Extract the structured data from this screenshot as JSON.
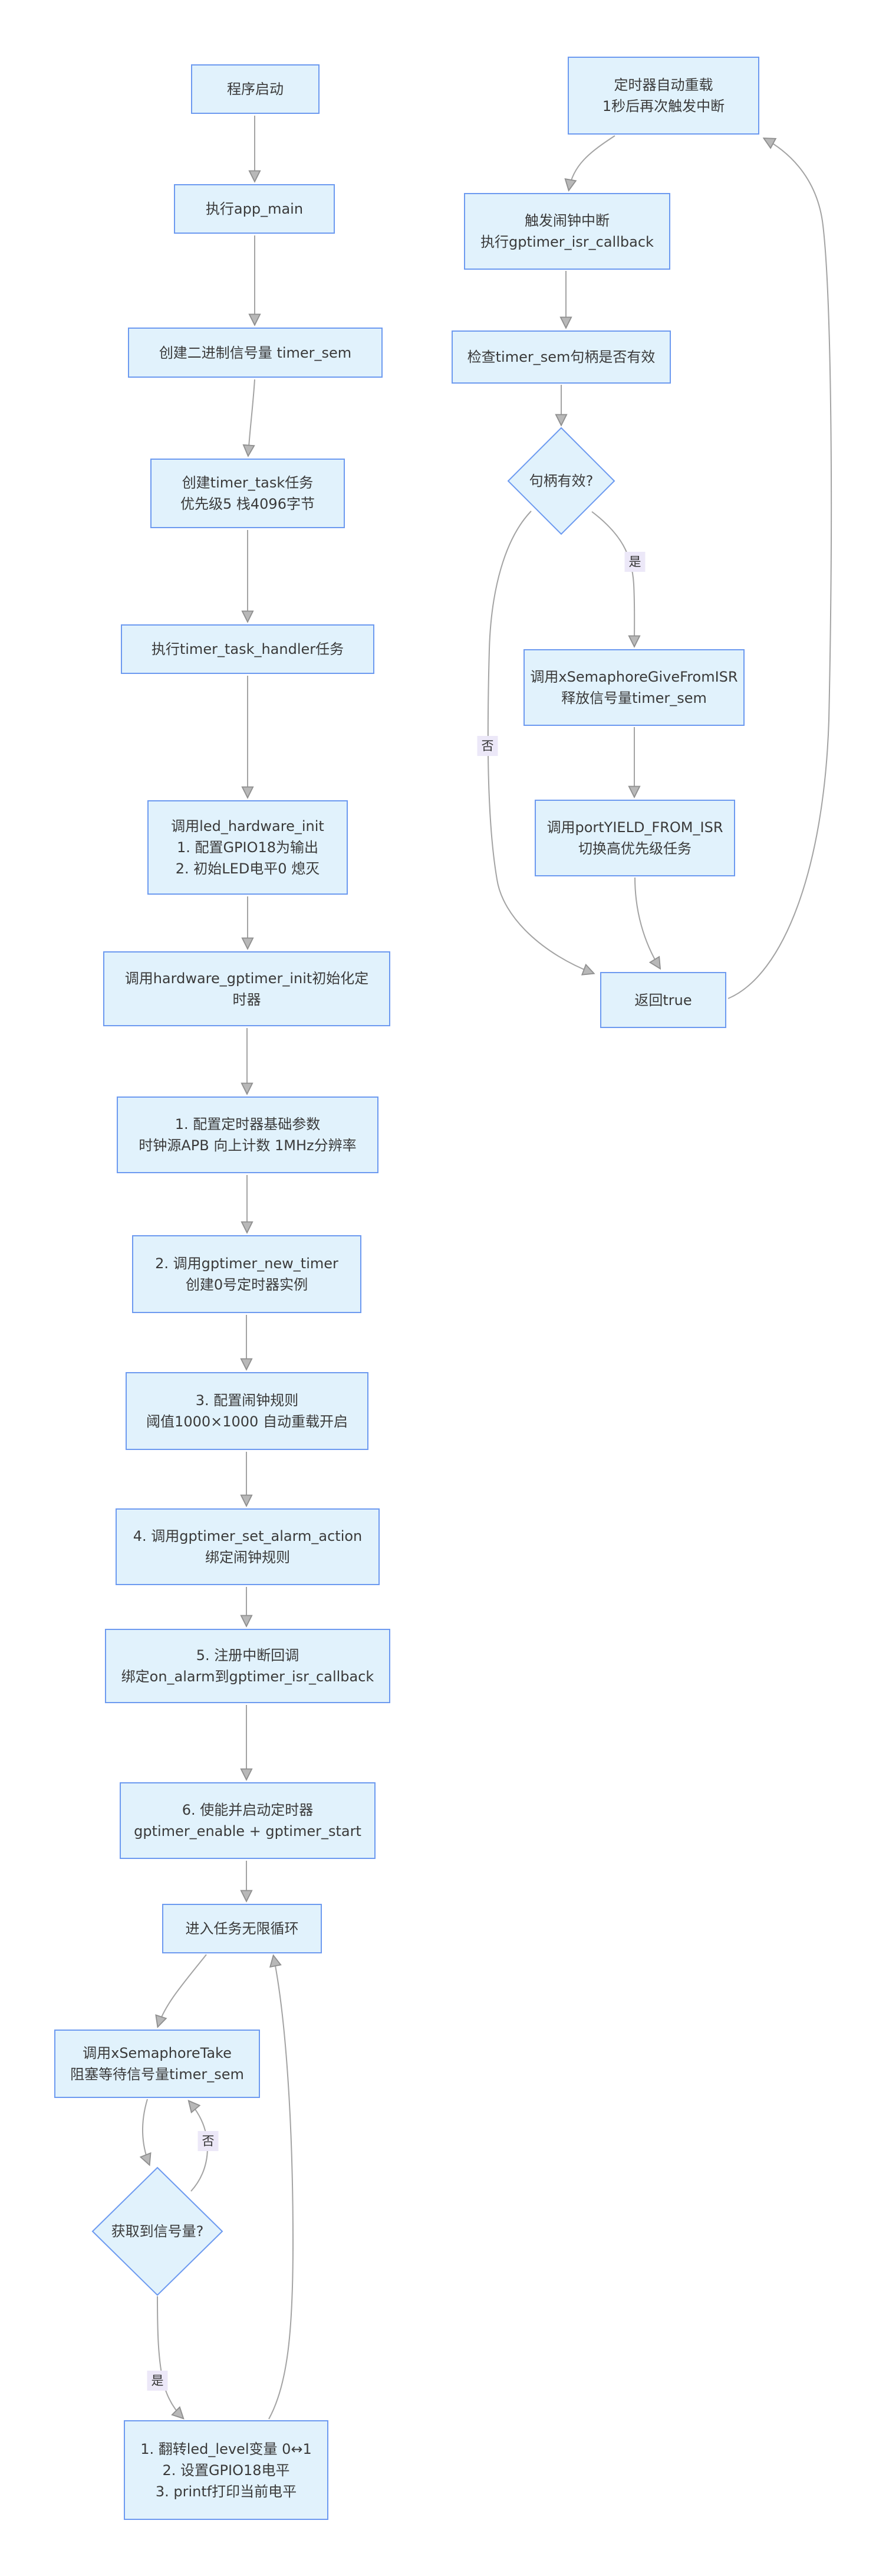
{
  "diagram": {
    "colors": {
      "background": "#ffffff",
      "node_fill": "#e1f2fc",
      "node_border": "#6d9af0",
      "edge_line": "#a3a3a3",
      "edge_label_bg": "#ece8f8",
      "text": "#3a3a3a"
    },
    "nodes": {
      "start": {
        "lines": [
          "程序启动"
        ]
      },
      "appmain": {
        "lines": [
          "执行app_main"
        ]
      },
      "createsem": {
        "lines": [
          "创建二进制信号量 timer_sem"
        ]
      },
      "createtask": {
        "lines": [
          "创建timer_task任务",
          "优先级5 栈4096字节"
        ]
      },
      "taskhandler": {
        "lines": [
          "执行timer_task_handler任务"
        ]
      },
      "ledinit": {
        "lines": [
          "调用led_hardware_init",
          "1. 配置GPIO18为输出",
          "2. 初始LED电平0 熄灭"
        ]
      },
      "gptimerinit": {
        "lines": [
          "调用hardware_gptimer_init初始化定",
          "时器"
        ]
      },
      "cfgbase": {
        "lines": [
          "1. 配置定时器基础参数",
          "时钟源APB 向上计数 1MHz分辨率"
        ]
      },
      "newtimer": {
        "lines": [
          "2. 调用gptimer_new_timer",
          "创建0号定时器实例"
        ]
      },
      "alarmrule": {
        "lines": [
          "3. 配置闹钟规则",
          "阈值1000×1000 自动重载开启"
        ]
      },
      "setalarm": {
        "lines": [
          "4. 调用gptimer_set_alarm_action",
          "绑定闹钟规则"
        ]
      },
      "regcb": {
        "lines": [
          "5. 注册中断回调",
          "绑定on_alarm到gptimer_isr_callback"
        ]
      },
      "enablestart": {
        "lines": [
          "6. 使能并启动定时器",
          "gptimer_enable + gptimer_start"
        ]
      },
      "taskloop": {
        "lines": [
          "进入任务无限循环"
        ]
      },
      "semtake": {
        "lines": [
          "调用xSemaphoreTake",
          "阻塞等待信号量timer_sem"
        ]
      },
      "gotsem": {
        "lines": [
          "获取到信号量?"
        ]
      },
      "toggle": {
        "lines": [
          "1. 翻转led_level变量 0↔1",
          "2. 设置GPIO18电平",
          "3. printf打印当前电平"
        ]
      },
      "reload": {
        "lines": [
          "定时器自动重载",
          "1秒后再次触发中断"
        ]
      },
      "isr": {
        "lines": [
          "触发闹钟中断",
          "执行gptimer_isr_callback"
        ]
      },
      "check": {
        "lines": [
          "检查timer_sem句柄是否有效"
        ]
      },
      "valid": {
        "lines": [
          "句柄有效?"
        ]
      },
      "give": {
        "lines": [
          "调用xSemaphoreGiveFromISR",
          "释放信号量timer_sem"
        ]
      },
      "yield": {
        "lines": [
          "调用portYIELD_FROM_ISR",
          "切换高优先级任务"
        ]
      },
      "return": {
        "lines": [
          "返回true"
        ]
      }
    },
    "edge_labels": {
      "take_no": "否",
      "take_yes": "是",
      "valid_yes": "是",
      "valid_no": "否"
    }
  }
}
